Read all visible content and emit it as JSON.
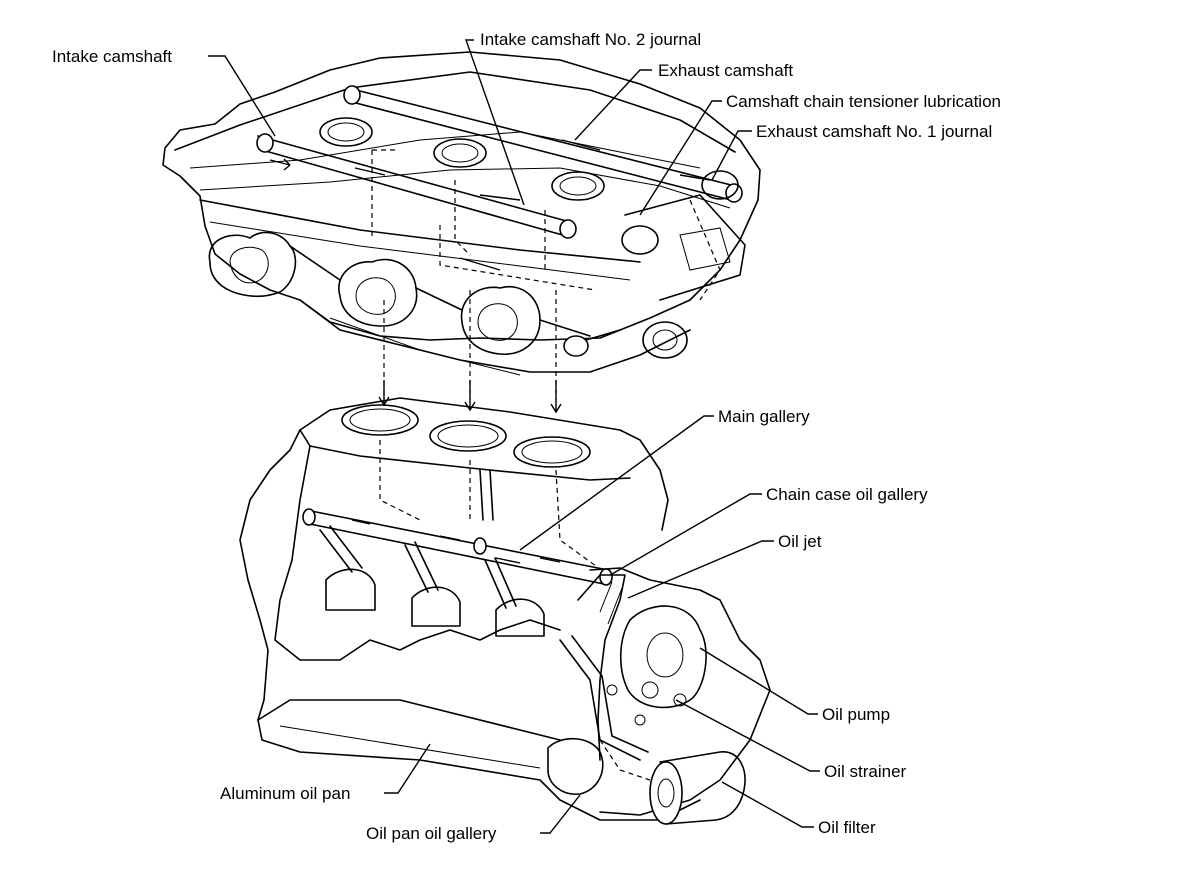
{
  "labels": {
    "intake_camshaft": "Intake camshaft",
    "intake_camshaft_no2_journal": "Intake camshaft No. 2 journal",
    "exhaust_camshaft": "Exhaust camshaft",
    "camshaft_chain_tensioner_lubrication": "Camshaft chain tensioner lubrication",
    "exhaust_camshaft_no1_journal": "Exhaust camshaft No. 1 journal",
    "main_gallery": "Main gallery",
    "chain_case_oil_gallery": "Chain case oil gallery",
    "oil_jet": "Oil jet",
    "oil_pump": "Oil pump",
    "oil_strainer": "Oil strainer",
    "oil_filter": "Oil filter",
    "aluminum_oil_pan": "Aluminum oil pan",
    "oil_pan_oil_gallery": "Oil pan oil gallery"
  },
  "colors": {
    "ink": "#000000",
    "paper": "#ffffff"
  }
}
